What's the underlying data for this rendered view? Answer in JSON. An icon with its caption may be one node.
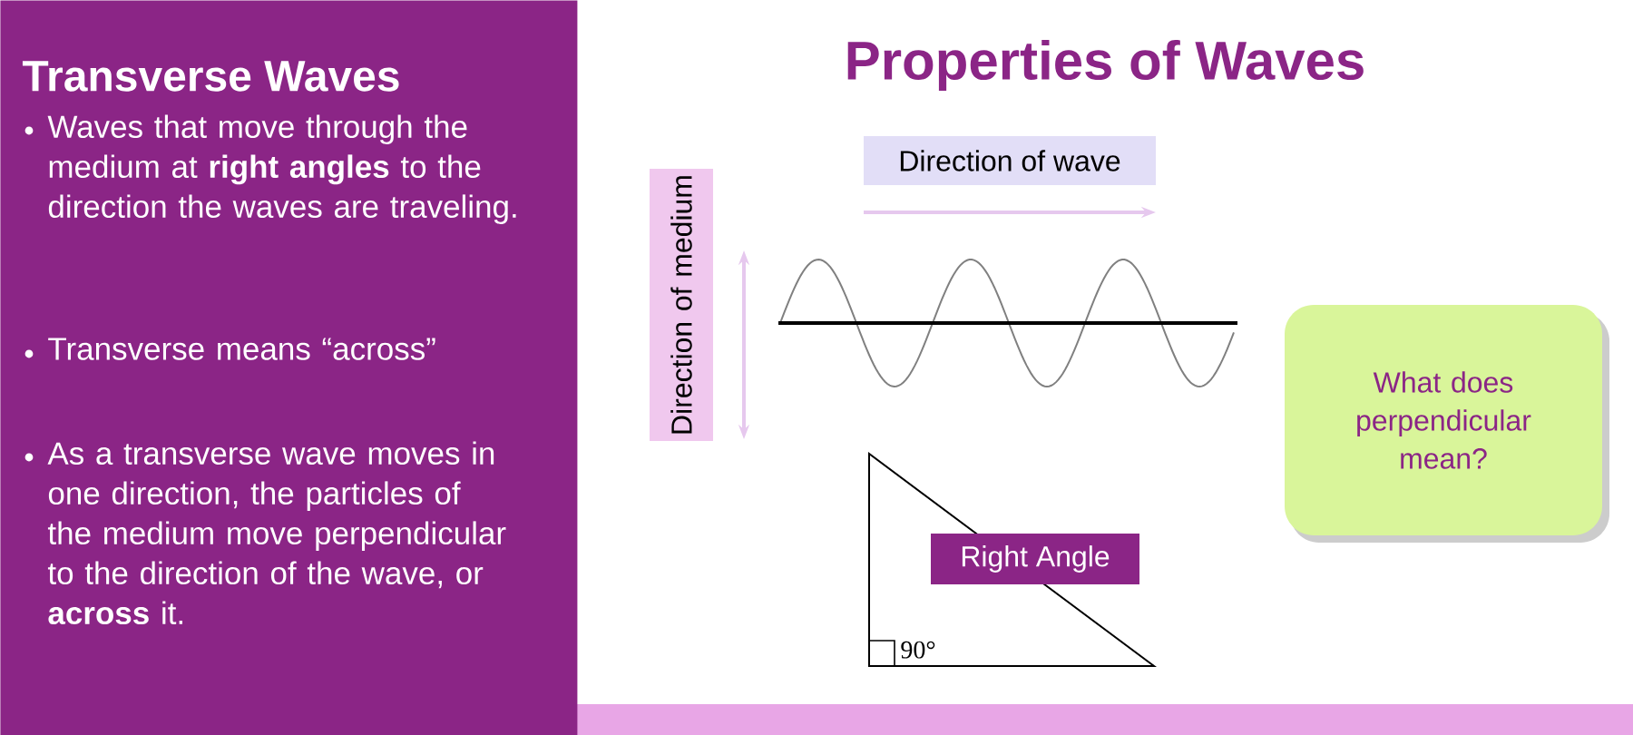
{
  "diagram": {
    "title": "Properties of Waves",
    "nodes": [
      {
        "text": [
          "Transverse Waves",
          "Waves that move through the medium at **right angles** to the direction the waves are traveling.",
          "Transverse means “across”",
          "As a transverse wave moves in one direction, the particles of the medium move perpendicular to the direction of the wave, or **across** it."
        ]
      },
      {
        "text": [
          "Direction of wave"
        ]
      },
      {
        "text": [
          "Direction of medium"
        ]
      },
      {
        "text": [
          "What does perpendicular mean?"
        ]
      },
      {
        "text": [
          "Right Angle"
        ]
      }
    ],
    "labels": [
      "90°"
    ]
  }
}
